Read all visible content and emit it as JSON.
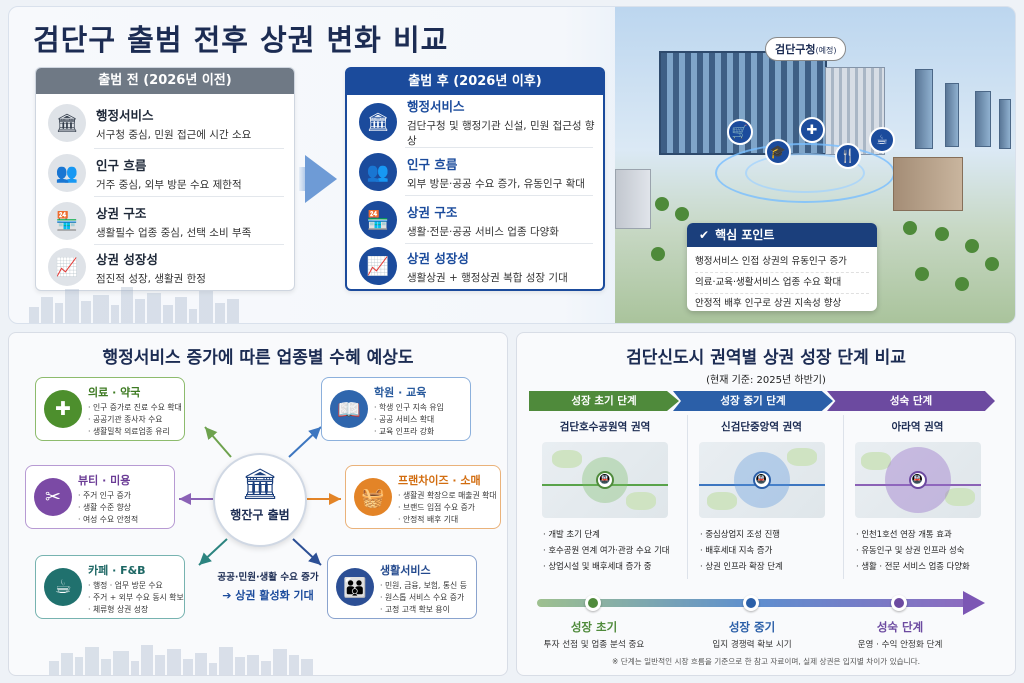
{
  "title": "검단구 출범 전후 상권 변화 비교",
  "before": {
    "header": "출범 전 (2026년 이전)",
    "items": [
      {
        "icon": "government-building-icon",
        "title": "행정서비스",
        "desc": "서구청 중심, 민원 접근에 시간 소요"
      },
      {
        "icon": "people-group-icon",
        "title": "인구 흐름",
        "desc": "거주 중심, 외부 방문 수요 제한적"
      },
      {
        "icon": "storefront-icon",
        "title": "상권 구조",
        "desc": "생활필수 업종 중심, 선택 소비 부족"
      },
      {
        "icon": "growth-chart-icon",
        "title": "상권 성장성",
        "desc": "점진적 성장, 생활권 한정"
      }
    ]
  },
  "after": {
    "header": "출범 후 (2026년 이후)",
    "items": [
      {
        "icon": "government-building-icon",
        "title": "행정서비스",
        "desc": "검단구청 및 행정기관 신설, 민원 접근성 향상"
      },
      {
        "icon": "people-group-icon",
        "title": "인구 흐름",
        "desc": "외부 방문·공공 수요 증가, 유동인구 확대"
      },
      {
        "icon": "storefront-icon",
        "title": "상권 구조",
        "desc": "생활·전문·공공 서비스 업종 다양화"
      },
      {
        "icon": "growth-chart-icon",
        "title": "상권 성장성",
        "desc": "생활상권 + 행정상권 복합 성장 기대"
      }
    ]
  },
  "illustration": {
    "label": "검단구청",
    "label_note": "(예정)",
    "key_points": {
      "title": "핵심 포인트",
      "items": [
        "행정서비스 인접 상권의 유동인구 증가",
        "의료·교육·생활서비스 업종 수요 확대",
        "안정적 배후 인구로 상권 지속성 향상"
      ]
    }
  },
  "industry": {
    "title": "행정서비스 증가에 따른 업종별 수혜 예상도",
    "hub_label": "행잔구 출범",
    "hub_note_1": "공공·민원·생활 수요 증가",
    "hub_note_2": "➔ 상권 활성화 기대",
    "cards": [
      {
        "name": "의료 · 약국",
        "icon": "medical-cross-icon",
        "items": [
          "· 인구 증가로 진료 수요 확대",
          "· 공공기관 종사자 수요",
          "· 생활밀착 의료업종 유리"
        ]
      },
      {
        "name": "학원 · 교육",
        "icon": "book-icon",
        "items": [
          "· 학생 인구 지속 유입",
          "· 공공 서비스 확대",
          "· 교육 인프라 강화"
        ]
      },
      {
        "name": "뷰티 · 미용",
        "icon": "scissors-icon",
        "items": [
          "· 주거 인구 증가",
          "· 생활 수준 향상",
          "· 여성 수요 안정적"
        ]
      },
      {
        "name": "프랜차이즈 · 소매",
        "icon": "shopping-basket-icon",
        "items": [
          "· 생활권 확장으로 매출권 확대",
          "· 브랜드 입점 수요 증가",
          "· 안정적 배후 기대"
        ]
      },
      {
        "name": "카페 · F&B",
        "icon": "coffee-cup-icon",
        "items": [
          "· 행정 · 업무 방문 수요",
          "· 주거 + 외부 수요 동시 확보",
          "· 체류형 상권 성장"
        ]
      },
      {
        "name": "생활서비스",
        "icon": "community-people-icon",
        "items": [
          "· 민원, 금융, 보험, 통신 등",
          "· 원스톱 서비스 수요 증가",
          "· 고정 고객 확보 용이"
        ]
      }
    ]
  },
  "stages": {
    "title": "검단신도시 권역별 상권 성장 단계 비교",
    "subtitle": "(현재 기준: 2025년 하반기)",
    "columns": [
      {
        "stage": "성장 초기 단계",
        "zone": "검단호수공원역 권역",
        "color": "#4f8a3b",
        "items": [
          "· 개발 초기 단계",
          "· 호수공원 연계 여가·관광 수요 기대",
          "· 상업시설 및 배후세대 증가 중"
        ]
      },
      {
        "stage": "성장 중기 단계",
        "zone": "신검단중앙역 권역",
        "color": "#2b5fa8",
        "items": [
          "· 중심상업지 조성 진행",
          "· 배후세대 지속 증가",
          "· 상권  인프라 확장 단계"
        ]
      },
      {
        "stage": "성숙 단계",
        "zone": "아라역 권역",
        "color": "#6c4aa0",
        "items": [
          "· 인천1호선 연장 개통 효과",
          "· 유동인구 및 상권 인프라 성숙",
          "· 생활 · 전문 서비스 업종 다양화"
        ]
      }
    ],
    "timeline": [
      {
        "name": "성장 초기",
        "desc": "투자 선점 및 업종 분석 중요",
        "color": "#4f8a3b"
      },
      {
        "name": "성장 중기",
        "desc": "입지 경쟁력 확보 시기",
        "color": "#2b5fa8"
      },
      {
        "name": "성숙 단계",
        "desc": "운영 · 수익 안정화 단계",
        "color": "#6c4aa0"
      }
    ],
    "footnote": "※ 단계는 일반적인 시장 흐름을 기준으로 한 참고 자료이며, 실제 상권은 입지별 차이가 있습니다."
  }
}
